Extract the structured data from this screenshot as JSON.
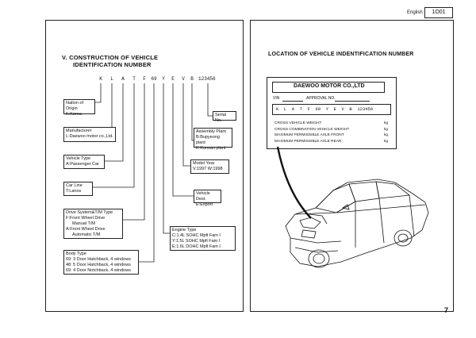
{
  "header": {
    "language": "English",
    "page_code": "1O01"
  },
  "left": {
    "title_line1": "V. CONSTRUCTION OF VEHICLE",
    "title_line2": "IDENTIFICATION NUMBER",
    "vin_chars": [
      "K",
      "L",
      "A",
      "T",
      "F",
      "69",
      "Y",
      "E",
      "V",
      "B"
    ],
    "vin_serial": "123456",
    "boxes": {
      "origin": [
        "Nation of Origin",
        "K:Korea"
      ],
      "manufacturer": [
        "Manufacturer",
        "L:Daewoo motor co.,Ltd."
      ],
      "vehicle_type": [
        "Vehicle Type",
        "A:Passenger Car"
      ],
      "carline": [
        "Car Line",
        "T:Lanos"
      ],
      "drive": [
        "Drive System&T/M Type",
        "F:Front Wheel Drive",
        "  Manual T/M",
        "A:Front Wheel Drive",
        "  Automatic T/M"
      ],
      "body": [
        "Body Type",
        "69: 3 Door Hatchback, 4 windows",
        "48: 5 Door Hatchback, 4 windows",
        "69: 4 Door Notchback, 4 windows"
      ],
      "engine": [
        "Engine Type",
        "C:1.4L SOHC Mpfi Fam I",
        "Y:1.5L SOHC Mpfi Fam I",
        "E:1.6L DOHC Mpfi Fam I"
      ],
      "destination": [
        "Vehicle Dest.",
        "E:Export"
      ],
      "model_year": [
        "Model Year",
        "V:1997  W:1998"
      ],
      "assembly": [
        "Assembly Plant",
        "B:Bupyeong plant",
        "K:Kunsan plant"
      ],
      "serial": [
        "Serial No."
      ]
    }
  },
  "right": {
    "title": "LOCATION OF VEHICLE INDENTIFICATION NUMBER",
    "plate": {
      "company": "DAEWOO MOTOR CO.,LTD",
      "vin_label": "VIN",
      "approval": "APPROVAL NO.",
      "vin_row": "K  L  A  T  F  69  Y  E  V  B  123456",
      "rows": [
        {
          "label": "CROSS VEHICLE WEIGHT",
          "unit": "kg"
        },
        {
          "label": "CROSS COMBINATION VEHICLE WEIGHT",
          "unit": "kg"
        },
        {
          "label": "MAXIMUM PERMISSIBLE AXLE  FRONT",
          "unit": "kg"
        },
        {
          "label": "MAXIMUM PERMISSIBLE AXLE  REAR",
          "unit": "kg"
        }
      ]
    }
  },
  "footer": {
    "page_number": "7"
  }
}
